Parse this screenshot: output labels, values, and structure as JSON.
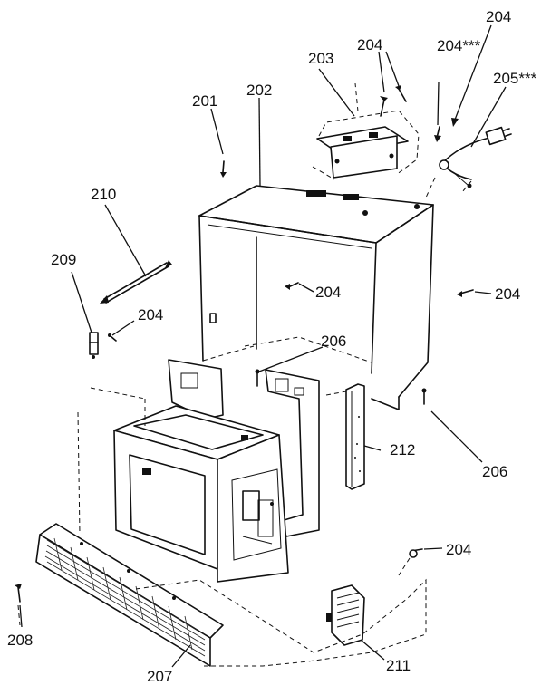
{
  "labels": {
    "p201": "201",
    "p202": "202",
    "p203": "203",
    "p204_top": "204",
    "p204_top_right": "204",
    "p204_stars": "204***",
    "p205": "205***",
    "p210": "210",
    "p209": "209",
    "p204_left": "204",
    "p204_center": "204",
    "p204_right": "204",
    "p206_center": "206",
    "p206_right": "206",
    "p212": "212",
    "p204_bottom": "204",
    "p208": "208",
    "p207": "207",
    "p211": "211"
  }
}
